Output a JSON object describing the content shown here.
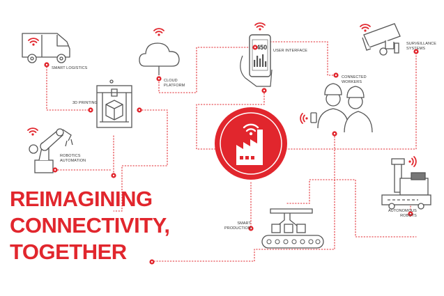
{
  "headline": {
    "lines": [
      "REIMAGINING",
      "CONNECTIVITY,",
      "TOGETHER"
    ]
  },
  "nodes": {
    "smart_logistics": "SMART LOGISTICS",
    "printing_3d": "3D PRINTING",
    "cloud_platform": "CLOUD\nPLATFORM",
    "user_interface": "USER INTERFACE",
    "user_interface_value": "+450",
    "connected_workers": "CONNECTED\nWORKERS",
    "surveillance_systems": "SURVEILLANCE\nSYSTEMS",
    "robotics_automation": "ROBOTICS\nAUTOMATION",
    "smart_production": "SMART\nPRODUCTION",
    "autonomous_robots": "AUTONOMOUS\nROBOTS"
  },
  "colors": {
    "accent": "#e1262d",
    "line": "#e1262d",
    "icon_stroke": "#555555",
    "text": "#333333"
  },
  "icons": {
    "hub": "factory-wifi-icon",
    "van": "delivery-van-icon",
    "printer": "3d-printer-icon",
    "cloud": "cloud-icon",
    "phone": "smartphone-icon",
    "workers": "workers-icon",
    "camera": "cctv-camera-icon",
    "arm": "robot-arm-icon",
    "conveyor": "conveyor-icon",
    "agv": "agv-robot-icon"
  }
}
